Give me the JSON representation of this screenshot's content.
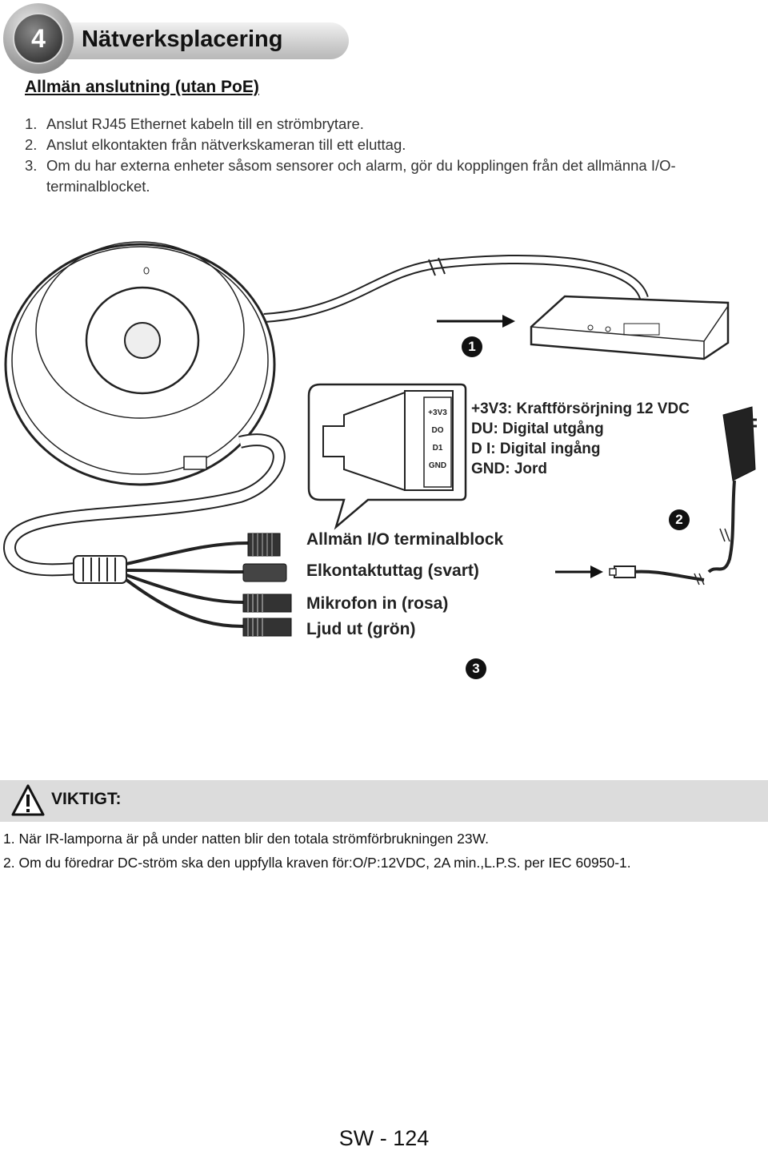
{
  "header": {
    "number": "4",
    "title": "Nätverksplacering"
  },
  "subheading": "Allmän anslutning (utan PoE)",
  "steps": [
    {
      "n": "1.",
      "text": "Anslut RJ45 Ethernet kabeln till en strömbrytare."
    },
    {
      "n": "2.",
      "text": "Anslut elkontakten från nätverkskameran till ett eluttag."
    },
    {
      "n": "3.",
      "text": "Om du har externa enheter såsom sensorer och alarm, gör du kopplingen från det allmänna I/O-terminalblocket."
    }
  ],
  "diagram": {
    "badges": [
      "1",
      "2",
      "3"
    ],
    "terminal_pins": [
      "+3V3",
      "DO",
      "D1",
      "GND"
    ],
    "pin_legend": [
      "+3V3: Kraftförsörjning 12 VDC",
      "DU: Digital utgång",
      "D I: Digital ingång",
      "GND: Jord"
    ],
    "cable_labels": [
      "Allmän I/O terminalblock",
      "Elkontaktuttag (svart)",
      "Mikrofon in (rosa)",
      "Ljud ut (grön)"
    ]
  },
  "important": {
    "title": "VIKTIGT:",
    "icon": "warning-triangle-icon",
    "notes": [
      "1. När IR-lamporna är på under natten blir den totala strömförbrukningen 23W.",
      "2. Om du föredrar DC-ström ska den uppfylla kraven för:O/P:12VDC, 2A min.,L.P.S. per IEC 60950-1."
    ]
  },
  "footer": {
    "page": "SW - 124"
  }
}
